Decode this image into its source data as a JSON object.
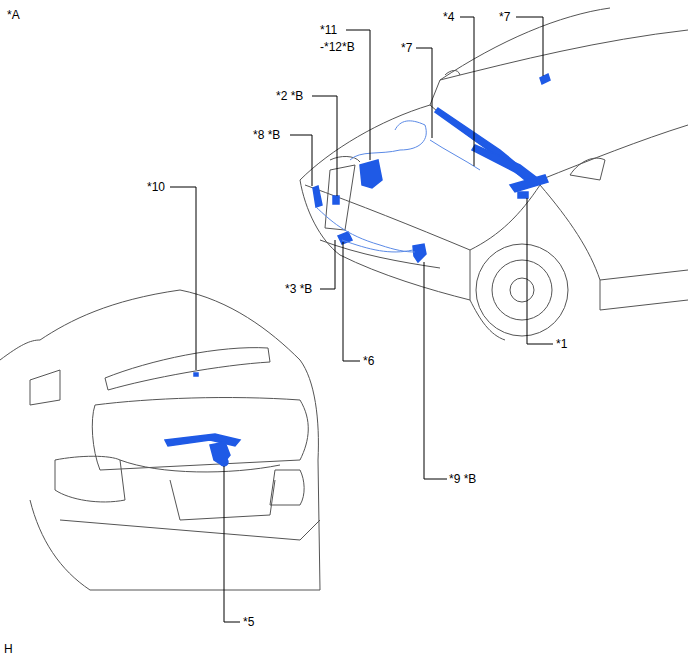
{
  "diagram": {
    "labels": [
      "*A",
      "*11",
      "-*12*B",
      "*7",
      "*4",
      "*7",
      "*2 *B",
      "*8 *B",
      "*10",
      "*3 *B",
      "*6",
      "*1",
      "*9 *B",
      "*5",
      "H"
    ]
  }
}
